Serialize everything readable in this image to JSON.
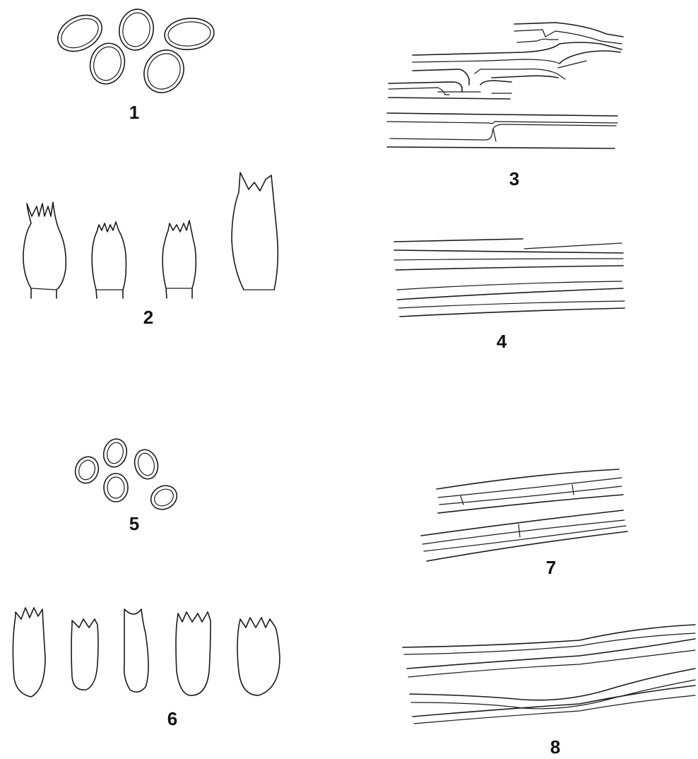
{
  "plate": {
    "ink_color": "#1a1a1a",
    "background": "#ffffff",
    "figures": [
      {
        "id": "fig1",
        "label": "1",
        "depicts": "spores"
      },
      {
        "id": "fig2",
        "label": "2",
        "depicts": "basidia"
      },
      {
        "id": "fig3",
        "label": "3",
        "depicts": "septate-hyphae"
      },
      {
        "id": "fig4",
        "label": "4",
        "depicts": "hyphae"
      },
      {
        "id": "fig5",
        "label": "5",
        "depicts": "spores"
      },
      {
        "id": "fig6",
        "label": "6",
        "depicts": "basidia"
      },
      {
        "id": "fig7",
        "label": "7",
        "depicts": "septate-hyphae"
      },
      {
        "id": "fig8",
        "label": "8",
        "depicts": "hyphae"
      }
    ]
  }
}
